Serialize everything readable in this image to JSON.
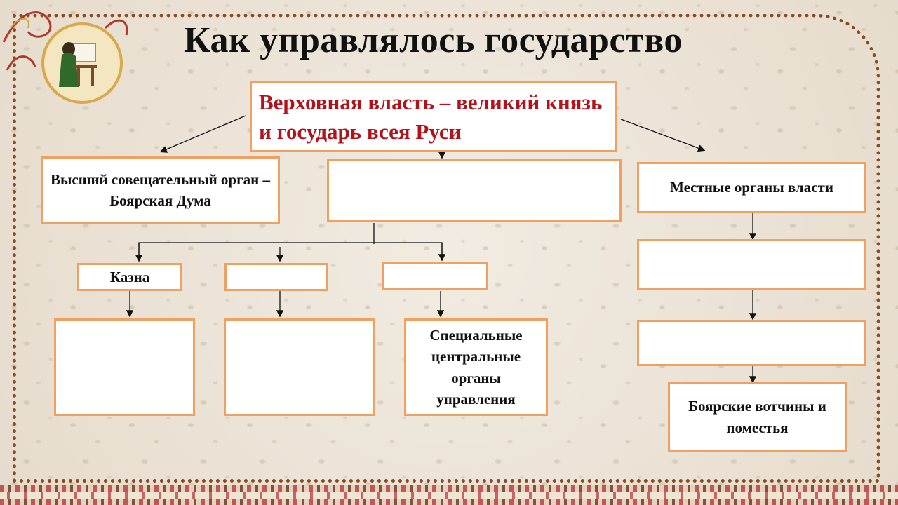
{
  "title": "Как управлялось государство",
  "nodes": {
    "supreme": "Верховная власть – великий князь и государь всея Руси",
    "duma": "Высший совещательный орган – Боярская Дума",
    "center_blank": "",
    "local": "Местные органы власти",
    "kazna": "Казна",
    "mid_blank_1": "",
    "mid_blank_2": "",
    "low_blank_1": "",
    "low_blank_2": "",
    "special": "Специальные центральные органы управления",
    "local_blank_1": "",
    "local_blank_2": "",
    "votchiny": "Боярские вотчины и поместья"
  },
  "colors": {
    "box_border": "#f0a060",
    "supreme_text": "#b2131b",
    "frame": "#8a4a22"
  },
  "icons": [
    "scribe-medallion-icon",
    "floral-ornament-icon"
  ]
}
